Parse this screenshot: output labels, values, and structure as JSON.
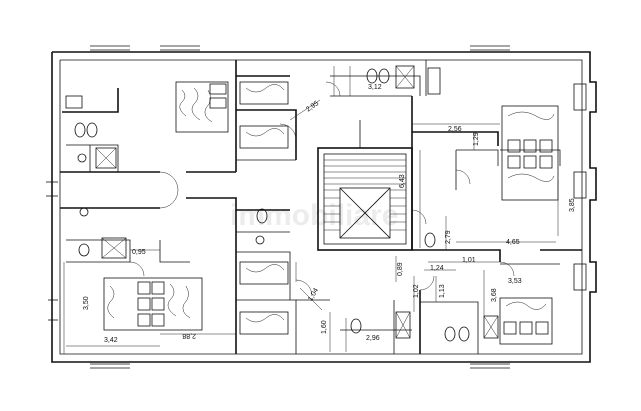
{
  "plan": {
    "dimensions": [
      {
        "id": "d312",
        "text": "3,12"
      },
      {
        "id": "d295",
        "text": "2,95"
      },
      {
        "id": "d256",
        "text": "2,56"
      },
      {
        "id": "d129",
        "text": "1,29"
      },
      {
        "id": "d643",
        "text": "6,43"
      },
      {
        "id": "d385",
        "text": "3,85"
      },
      {
        "id": "d279",
        "text": "2,79"
      },
      {
        "id": "d465",
        "text": "4,65"
      },
      {
        "id": "d101",
        "text": "1,01"
      },
      {
        "id": "d124",
        "text": "1,24"
      },
      {
        "id": "d353",
        "text": "3,53"
      },
      {
        "id": "d113",
        "text": "1,13"
      },
      {
        "id": "d368",
        "text": "3,68"
      },
      {
        "id": "d102",
        "text": "1,02"
      },
      {
        "id": "d296",
        "text": "2,96"
      },
      {
        "id": "d160",
        "text": "1,60"
      },
      {
        "id": "d350",
        "text": "3,50"
      },
      {
        "id": "d342",
        "text": "3,42"
      },
      {
        "id": "d288",
        "text": "2,88"
      },
      {
        "id": "d095",
        "text": "0,95"
      },
      {
        "id": "d104",
        "text": "1,04"
      },
      {
        "id": "d089",
        "text": "0,89"
      }
    ]
  }
}
